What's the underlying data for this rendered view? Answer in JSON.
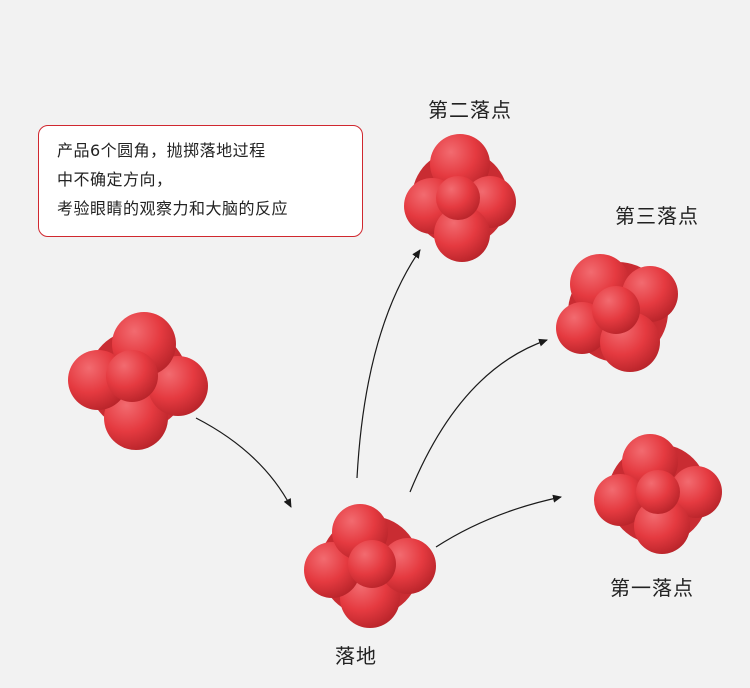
{
  "info_box": {
    "lines": [
      "产品6个圆角，抛掷落地过程",
      "中不确定方向，",
      "考验眼睛的观察力和大脑的反应"
    ]
  },
  "labels": {
    "landing": "落地",
    "second_point": "第二落点",
    "third_point": "第三落点",
    "first_point": "第一落点"
  },
  "colors": {
    "ball": "#e6393f",
    "box_border": "#d0282f",
    "background": "#f2f2f2"
  }
}
